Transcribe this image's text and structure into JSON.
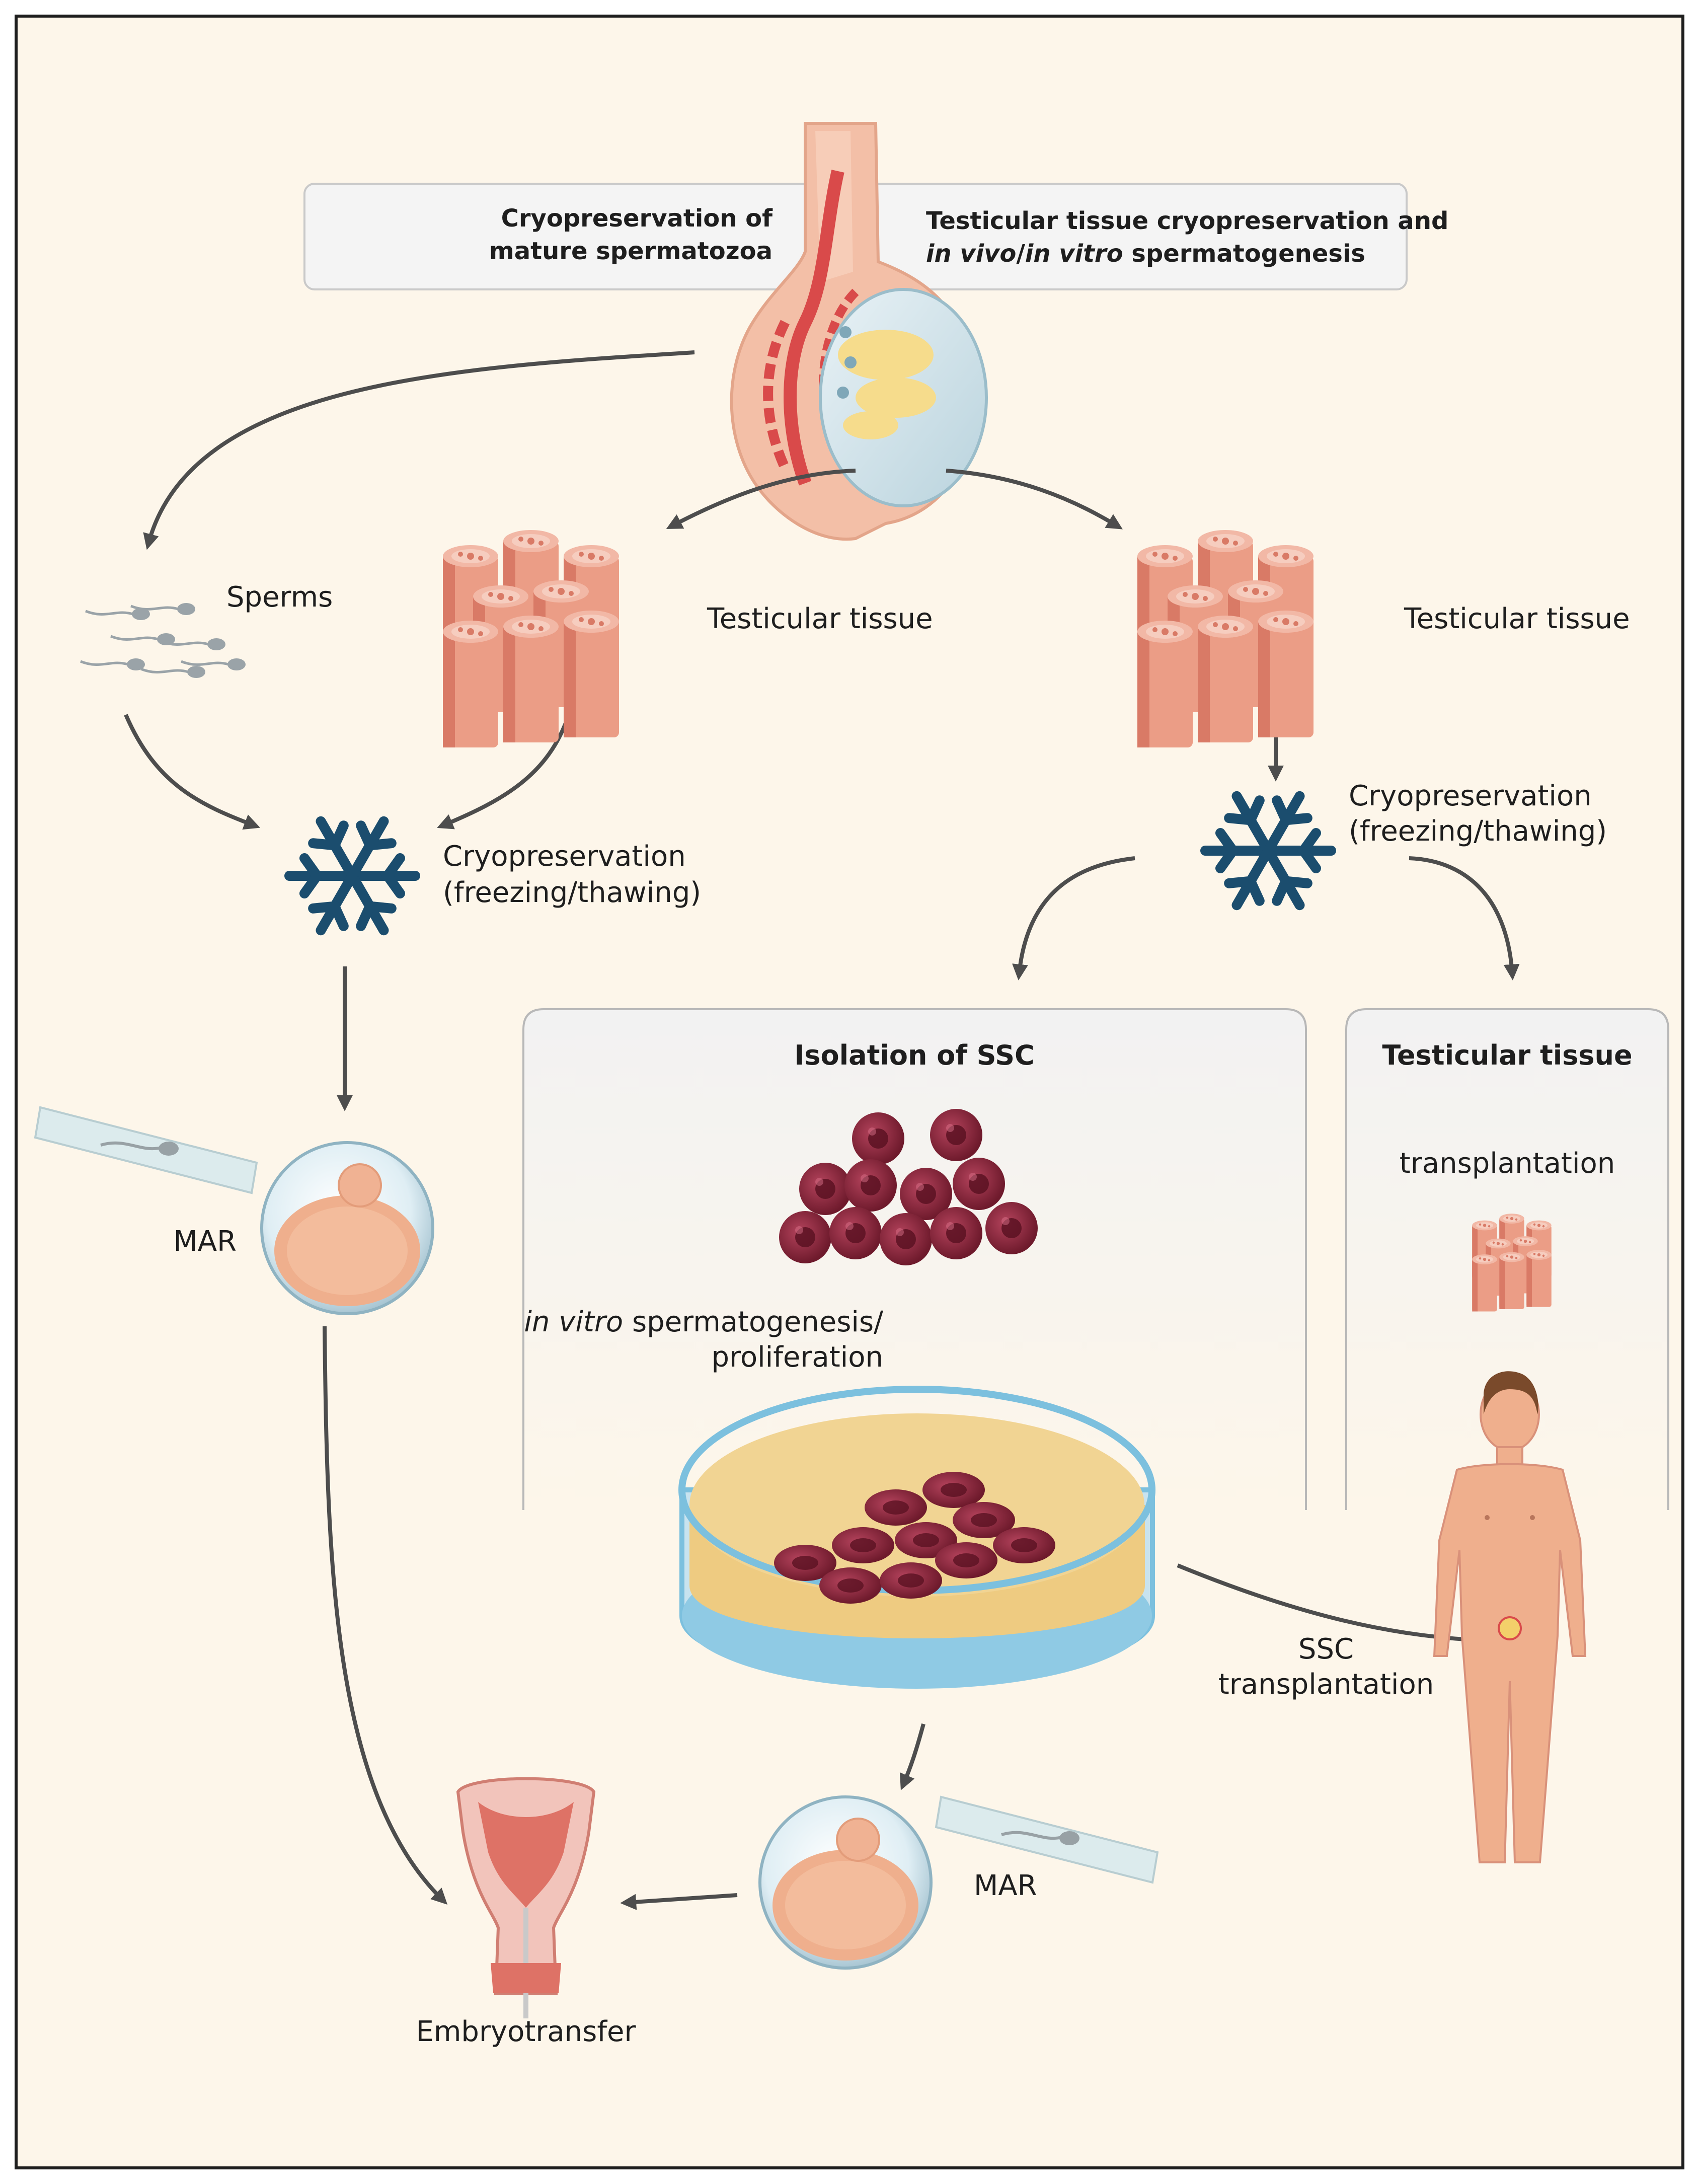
{
  "header": {
    "left_line1": "Cryopreservation of",
    "left_line2": "mature spermatozoa",
    "right_line1": "Testicular tissue cryopreservation and",
    "right_line2_italic_a": "in vivo",
    "right_line2_sep": "/",
    "right_line2_italic_b": "in vitro",
    "right_line2_rest": " spermatogenesis"
  },
  "left_branch": {
    "sperms": "Sperms",
    "testicular_tissue": "Testicular tissue",
    "cryo_line1": "Cryopreservation",
    "cryo_line2": "(freezing/thawing)",
    "mar": "MAR"
  },
  "right_branch": {
    "testicular_tissue": "Testicular tissue",
    "cryo_line1": "Cryopreservation",
    "cryo_line2": "(freezing/thawing)"
  },
  "ssc_panel": {
    "title": "Isolation of SSC",
    "invitro_italic": "in vitro",
    "invitro_rest": " spermatogenesis/",
    "invitro_line2": "proliferation"
  },
  "tissue_panel": {
    "title": "Testicular tissue",
    "subtitle": "transplantation"
  },
  "bottom": {
    "ssc_line1": "SSC",
    "ssc_line2": "transplantation",
    "mar": "MAR",
    "embryotransfer": "Embryotransfer"
  },
  "colors": {
    "background": "#fdf6ea",
    "tissue": "#eb9d86",
    "tissue_dark": "#d97a66",
    "snowflake": "#1b4d6e",
    "cell": "#8a2238",
    "arrow": "#4d4d4d",
    "panel": "#f4f4f4",
    "dish_rim": "#7cc0de",
    "medium": "#eecb81",
    "skin": "#efaf8d"
  }
}
